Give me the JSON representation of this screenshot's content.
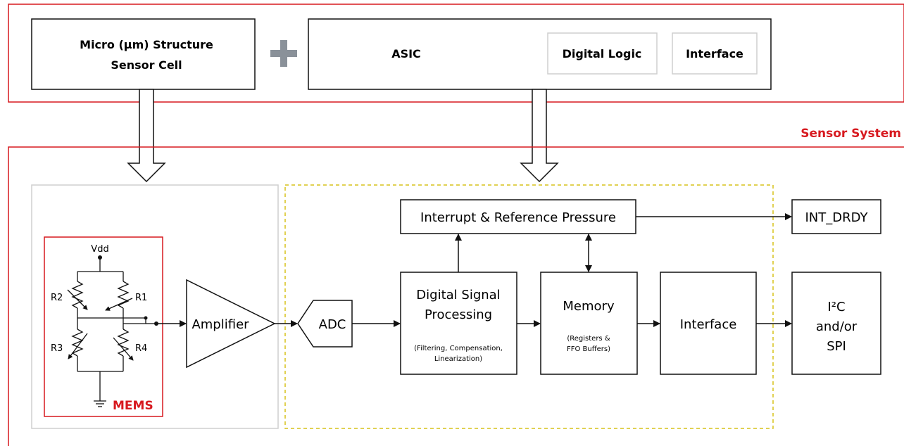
{
  "top": {
    "micro_line1": "Micro (µm) Structure",
    "micro_line2": "Sensor Cell",
    "asic": "ASIC",
    "digital_logic": "Digital Logic",
    "interface": "Interface"
  },
  "sensor_system_label": "Sensor System",
  "mems": {
    "vdd": "Vdd",
    "r1": "R1",
    "r2": "R2",
    "r3": "R3",
    "r4": "R4",
    "label": "MEMS"
  },
  "blocks": {
    "amplifier": "Amplifier",
    "adc": "ADC",
    "interrupt": "Interrupt & Reference Pressure",
    "int_drdy": "INT_DRDY",
    "dsp_line1": "Digital Signal",
    "dsp_line2": "Processing",
    "dsp_note1": "(Filtering, Compensation,",
    "dsp_note2": "Linearization)",
    "memory": "Memory",
    "mem_note1": "(Registers &",
    "mem_note2": "FFO Buffers)",
    "interface": "Interface",
    "i2c_line1": "I²C",
    "i2c_line2": "and/or",
    "i2c_line3": "SPI"
  },
  "colors": {
    "accent_red": "#d7191f",
    "plus_gray": "#8a9199",
    "dashed_yellow": "#d7c21a",
    "box_gray": "#cfcfcf"
  }
}
